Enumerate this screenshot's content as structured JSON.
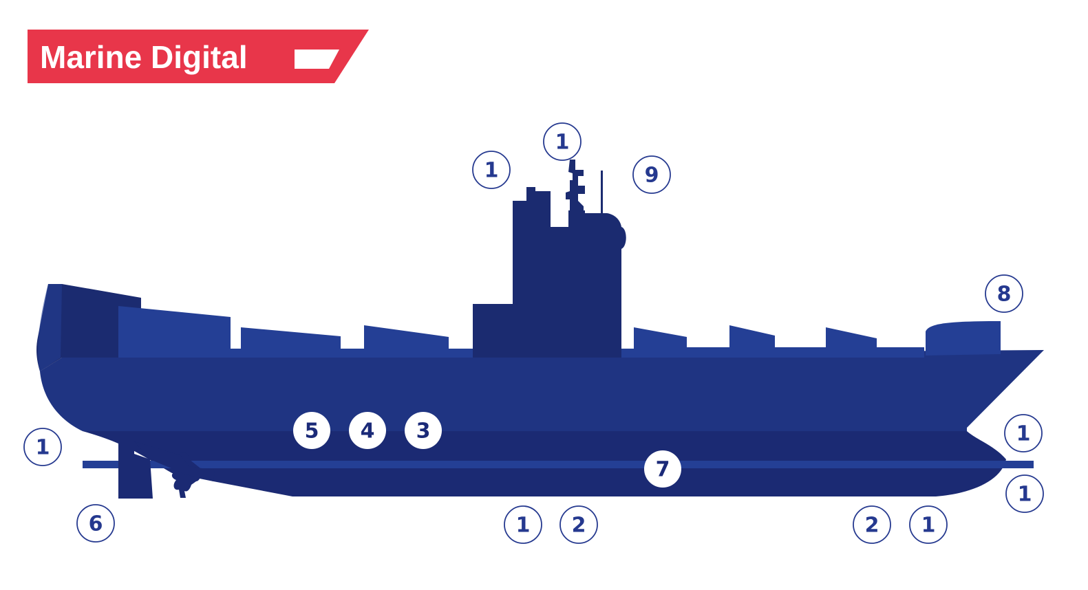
{
  "brand": {
    "name": "Marine Digital",
    "color": "#e8364a"
  },
  "colors": {
    "hull_upper": "#1f3482",
    "hull_lower": "#1b2a73",
    "cargo": "#243f95",
    "superstructure": "#1b2b70",
    "marker_stroke": "#25398f"
  },
  "markers": [
    {
      "id": "m-stern-left",
      "label": "1",
      "style": "outline"
    },
    {
      "id": "m-superstructure-left",
      "label": "1",
      "style": "outline"
    },
    {
      "id": "m-mast-top",
      "label": "1",
      "style": "outline"
    },
    {
      "id": "m-mast-right",
      "label": "9",
      "style": "outline"
    },
    {
      "id": "m-bow-deck",
      "label": "8",
      "style": "outline"
    },
    {
      "id": "m-hull-5",
      "label": "5",
      "style": "filled"
    },
    {
      "id": "m-hull-4",
      "label": "4",
      "style": "filled"
    },
    {
      "id": "m-hull-3",
      "label": "3",
      "style": "filled"
    },
    {
      "id": "m-shaft-7",
      "label": "7",
      "style": "filled"
    },
    {
      "id": "m-bow-upper",
      "label": "1",
      "style": "outline"
    },
    {
      "id": "m-bow-lower",
      "label": "1",
      "style": "outline"
    },
    {
      "id": "m-rudder-6",
      "label": "6",
      "style": "outline"
    },
    {
      "id": "m-keel-mid-1",
      "label": "1",
      "style": "outline"
    },
    {
      "id": "m-keel-mid-2",
      "label": "2",
      "style": "outline"
    },
    {
      "id": "m-keel-fwd-2",
      "label": "2",
      "style": "outline"
    },
    {
      "id": "m-keel-fwd-1",
      "label": "1",
      "style": "outline"
    }
  ]
}
